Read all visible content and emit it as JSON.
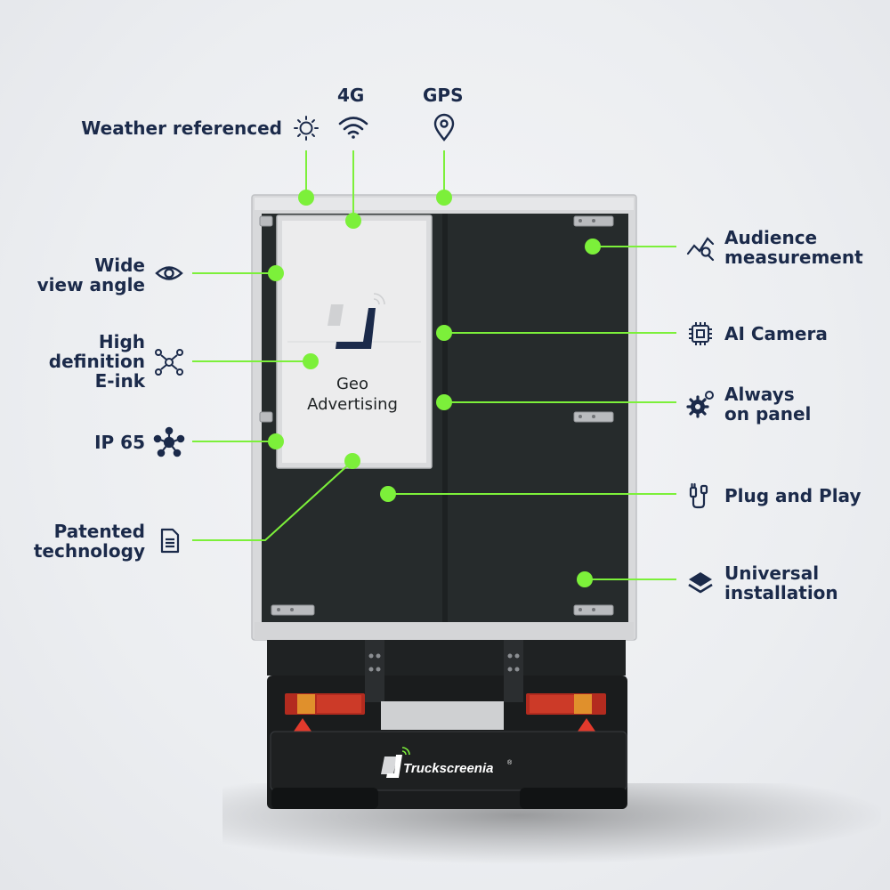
{
  "colors": {
    "accent": "#7cf03a",
    "navy": "#1b2a4a",
    "panel": "#262b2c",
    "frame": "#d9dadc",
    "screen": "#ecedee"
  },
  "screen": {
    "text_line1": "Geo",
    "text_line2": "Advertising"
  },
  "brand": {
    "name": "Truckscreenia",
    "mark": "®"
  },
  "features": [
    {
      "id": "weather",
      "lines": [
        "Weather referenced"
      ],
      "icon": "sun-icon"
    },
    {
      "id": "4g",
      "lines": [
        "4G"
      ],
      "icon": "wifi-icon"
    },
    {
      "id": "gps",
      "lines": [
        "GPS"
      ],
      "icon": "location-pin-icon"
    },
    {
      "id": "wide-view",
      "lines": [
        "Wide",
        "view angle"
      ],
      "icon": "eye-icon"
    },
    {
      "id": "eink",
      "lines": [
        "High",
        "definition",
        "E-ink"
      ],
      "icon": "network-icon"
    },
    {
      "id": "ip65",
      "lines": [
        "IP 65"
      ],
      "icon": "molecule-icon"
    },
    {
      "id": "patented",
      "lines": [
        "Patented",
        "technology"
      ],
      "icon": "document-icon"
    },
    {
      "id": "audience",
      "lines": [
        "Audience",
        "measurement"
      ],
      "icon": "analytics-search-icon"
    },
    {
      "id": "ai-camera",
      "lines": [
        "AI Camera"
      ],
      "icon": "chip-icon"
    },
    {
      "id": "always-on",
      "lines": [
        "Always",
        "on panel"
      ],
      "icon": "gears-icon"
    },
    {
      "id": "plug-play",
      "lines": [
        "Plug and Play"
      ],
      "icon": "plug-icon"
    },
    {
      "id": "universal",
      "lines": [
        "Universal",
        "installation"
      ],
      "icon": "layers-icon"
    }
  ]
}
